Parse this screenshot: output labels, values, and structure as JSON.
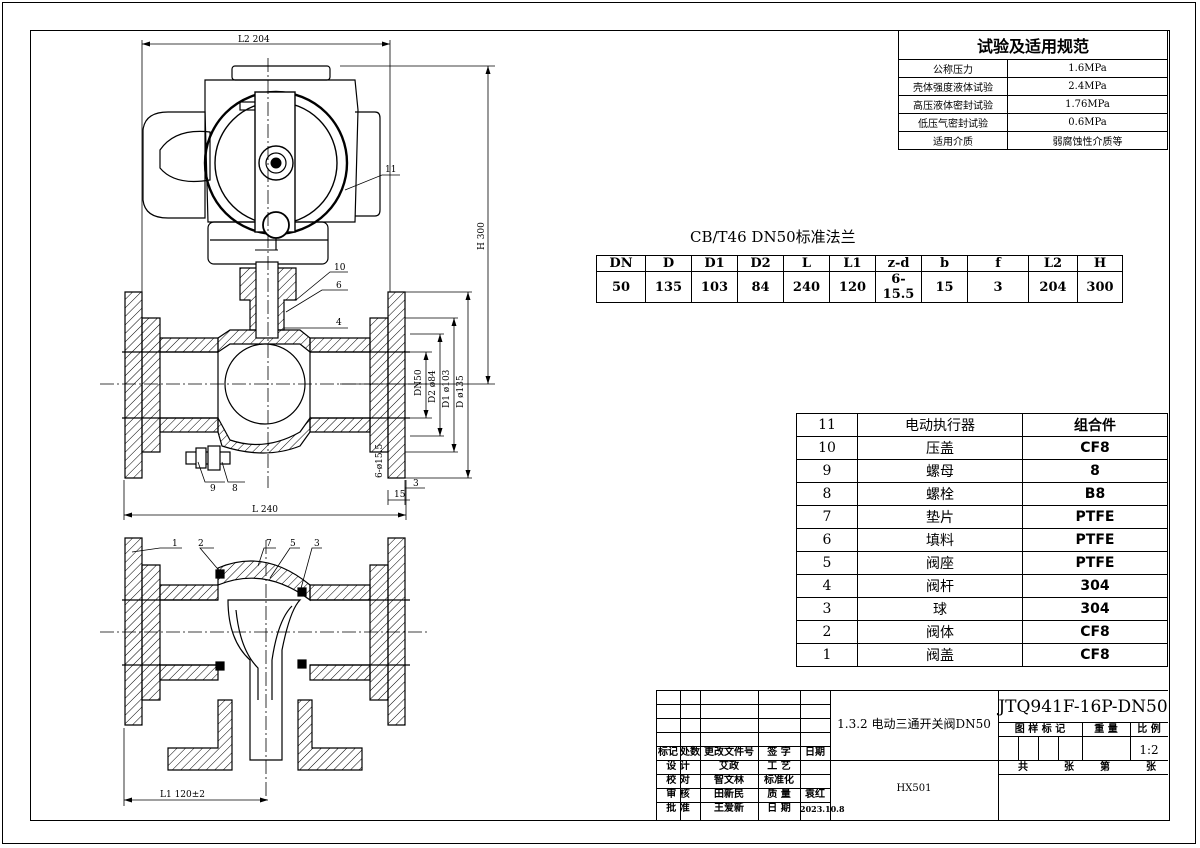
{
  "spec_table": {
    "title": "试验及适用规范",
    "rows": [
      {
        "label": "公称压力",
        "value": "1.6MPa"
      },
      {
        "label": "壳体强度液体试验",
        "value": "2.4MPa"
      },
      {
        "label": "高压液体密封试验",
        "value": "1.76MPa"
      },
      {
        "label": "低压气密封试验",
        "value": "0.6MPa"
      },
      {
        "label": "适用介质",
        "value": "弱腐蚀性介质等"
      }
    ]
  },
  "flange": {
    "caption": "CB/T46  DN50标准法兰",
    "headers": [
      "DN",
      "D",
      "D1",
      "D2",
      "L",
      "L1",
      "z-d",
      "b",
      "f",
      "L2",
      "H"
    ],
    "values": [
      "50",
      "135",
      "103",
      "84",
      "240",
      "120",
      "6-15.5",
      "15",
      "3",
      "204",
      "300"
    ]
  },
  "parts": [
    {
      "no": "11",
      "name": "电动执行器",
      "material": "组合件"
    },
    {
      "no": "10",
      "name": "压盖",
      "material": "CF8"
    },
    {
      "no": "9",
      "name": "螺母",
      "material": "8"
    },
    {
      "no": "8",
      "name": "螺栓",
      "material": "B8"
    },
    {
      "no": "7",
      "name": "垫片",
      "material": "PTFE"
    },
    {
      "no": "6",
      "name": "填料",
      "material": "PTFE"
    },
    {
      "no": "5",
      "name": "阀座",
      "material": "PTFE"
    },
    {
      "no": "4",
      "name": "阀杆",
      "material": "304"
    },
    {
      "no": "3",
      "name": "球",
      "material": "304"
    },
    {
      "no": "2",
      "name": "阀体",
      "material": "CF8"
    },
    {
      "no": "1",
      "name": "阀盖",
      "material": "CF8"
    }
  ],
  "title_block": {
    "model": "JTQ941F-16P-DN50",
    "drawing_name": "1.3.2 电动三通开关阀DN50",
    "drawing_code": "HX501",
    "scale": "1:2",
    "header_labels": {
      "mark": "图 样 标 记",
      "weight": "重 量",
      "ratio": "比 例"
    },
    "sheet_labels": {
      "total": "共",
      "sheets1": "张",
      "sheet": "第",
      "sheets2": "张"
    },
    "rev_headers": [
      "标记",
      "处数",
      "更改文件号",
      "签 字",
      "日期"
    ],
    "approvals": [
      {
        "role": "设 计",
        "name": "艾政",
        "role2": "工 艺",
        "name2": ""
      },
      {
        "role": "校 对",
        "name": "智文林",
        "role2": "标准化",
        "name2": ""
      },
      {
        "role": "审 核",
        "name": "田新民",
        "role2": "质 量",
        "name2": "袁红"
      },
      {
        "role": "批 准",
        "name": "王爱新",
        "role2": "日 期",
        "name2": "2023.10.8"
      }
    ]
  },
  "dimensions": {
    "L2": "L2  204",
    "H": "H  300",
    "L": "L 240",
    "L1": "L1   120±2",
    "DN": "DN50",
    "D2": "D2 ø84",
    "D1": "D1 ø103",
    "D": "D ø135",
    "zd": "6-ø15.5",
    "b": "15",
    "f": "3"
  },
  "leaders_top": [
    "11",
    "10",
    "6",
    "4",
    "9",
    "8"
  ],
  "leaders_bottom": [
    "1",
    "2",
    "7",
    "5",
    "3"
  ]
}
